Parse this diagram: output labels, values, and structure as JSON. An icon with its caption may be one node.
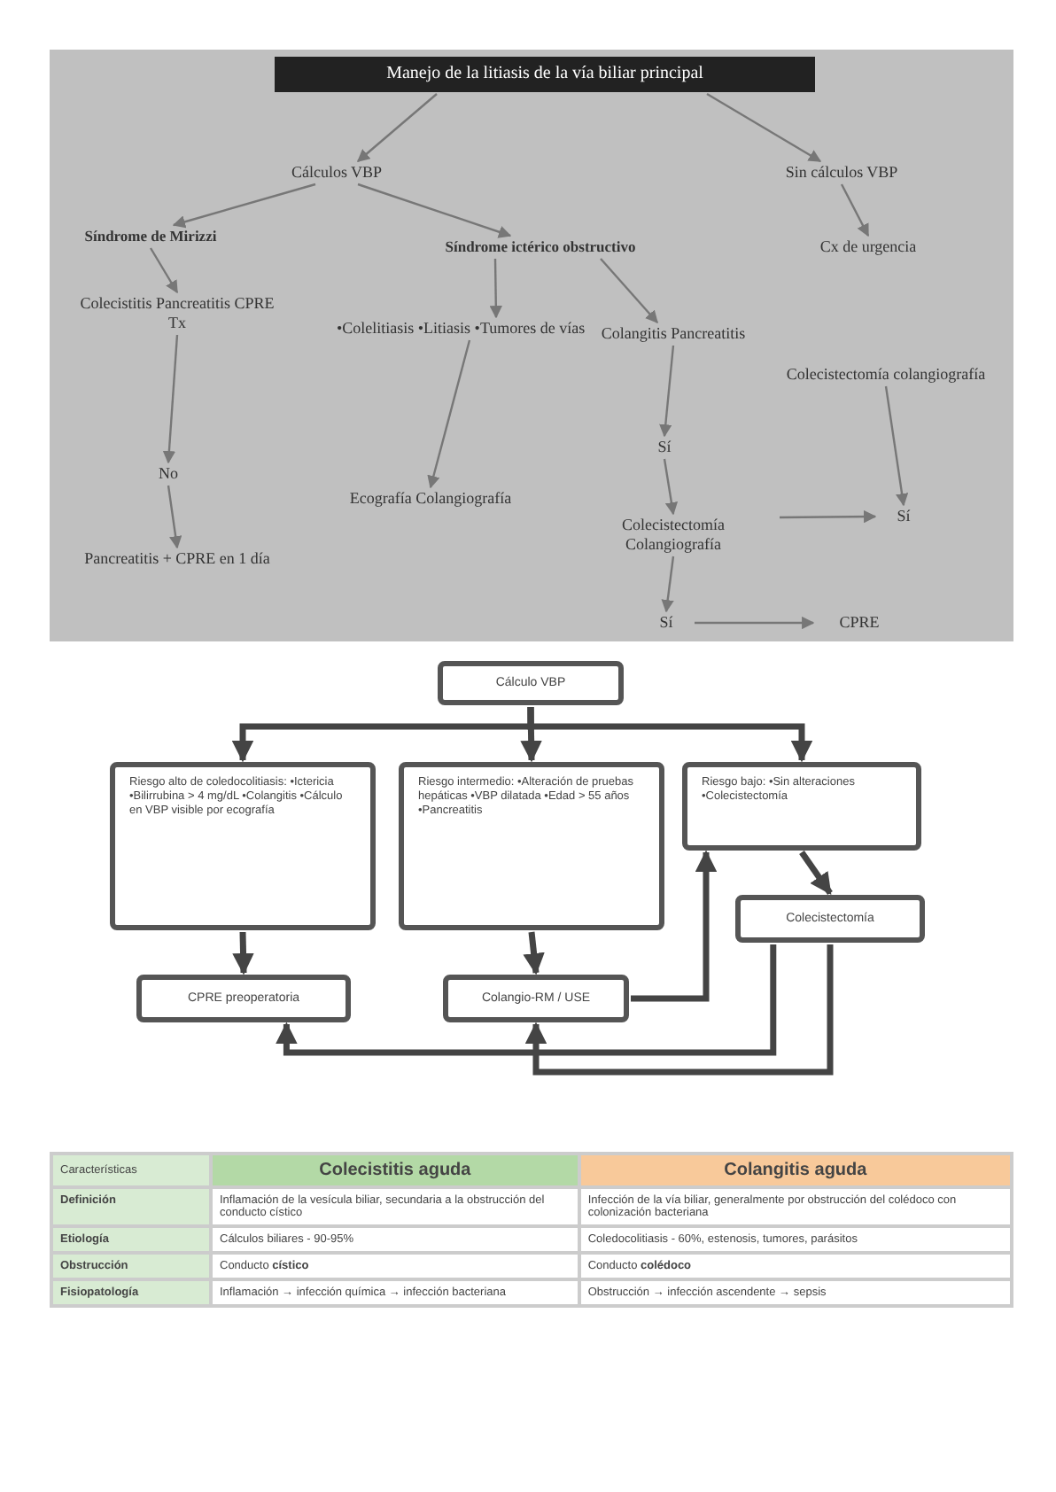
{
  "diagram": {
    "nodes": [
      {
        "text": [
          "Manejo de la litiasis de la vía biliar principal"
        ]
      },
      {
        "text": [
          "Cálculos VBP"
        ]
      },
      {
        "text": [
          "Sin cálculos VBP"
        ]
      },
      {
        "text": [
          "Síndrome de Mirizzi"
        ]
      },
      {
        "text": [
          "Síndrome ictérico obstructivo"
        ]
      },
      {
        "text": [
          "Colecistitis Pancreatitis CPRE Tx"
        ]
      },
      {
        "text": [
          "No"
        ]
      },
      {
        "text": [
          "Pancreatitis + CPRE en 1 día"
        ]
      },
      {
        "text": [
          "•Colelitiasis •Litiasis •Tumores de vías"
        ]
      },
      {
        "text": [
          "Ecografía Colangiografía"
        ]
      },
      {
        "text": [
          "Colangitis Pancreatitis"
        ]
      },
      {
        "text": [
          "Sí"
        ]
      },
      {
        "text": [
          "Colecistectomía Colangiografía"
        ]
      },
      {
        "text": [
          "Sí"
        ]
      },
      {
        "text": [
          "CPRE"
        ]
      },
      {
        "text": [
          "Cx de urgencia"
        ]
      },
      {
        "text": [
          "Colecistectomía colangiografía"
        ]
      },
      {
        "text": [
          "Sí"
        ]
      },
      {
        "text": [
          "Cálculo VBP"
        ]
      },
      {
        "text": [
          "Riesgo alto de coledocolitiasis: •Ictericia •Bilirrubina > 4 mg/dL •Colangitis •Cálculo en VBP visible por ecografía"
        ]
      },
      {
        "text": [
          "Riesgo intermedio: •Alteración de pruebas hepáticas •VBP dilatada •Edad > 55 años •Pancreatitis"
        ]
      },
      {
        "text": [
          "Riesgo bajo: •Sin alteraciones •Colecistectomía"
        ]
      },
      {
        "text": [
          "Colecistectomía"
        ]
      },
      {
        "text": [
          "CPRE preoperatoria"
        ]
      },
      {
        "text": [
          "Colangio-RM / USE"
        ]
      }
    ],
    "edges": [
      {
        "from": 0,
        "to": 1,
        "arrow": "to"
      },
      {
        "from": 0,
        "to": 2,
        "arrow": "to"
      },
      {
        "from": 1,
        "to": 3,
        "arrow": "to"
      },
      {
        "from": 1,
        "to": 4,
        "arrow": "to"
      },
      {
        "from": 3,
        "to": 5,
        "arrow": "to"
      },
      {
        "from": 5,
        "to": 6,
        "arrow": "to"
      },
      {
        "from": 6,
        "to": 7,
        "arrow": "to"
      },
      {
        "from": 4,
        "to": 8,
        "arrow": "to"
      },
      {
        "from": 4,
        "to": 10,
        "arrow": "to"
      },
      {
        "from": 8,
        "to": 9,
        "arrow": "to"
      },
      {
        "from": 10,
        "to": 11,
        "arrow": "to"
      },
      {
        "from": 11,
        "to": 12,
        "arrow": "to"
      },
      {
        "from": 12,
        "to": 13,
        "arrow": "to"
      },
      {
        "from": 13,
        "to": 14,
        "arrow": "to"
      },
      {
        "from": 2,
        "to": 15,
        "arrow": "to"
      },
      {
        "from": 16,
        "to": 17,
        "arrow": "to"
      },
      {
        "from": null,
        "to": 17,
        "arrow": "to"
      },
      {
        "from": 18,
        "to": 19,
        "arrow": "to",
        "style": "thick"
      },
      {
        "from": 18,
        "to": 20,
        "arrow": "to",
        "style": "thick"
      },
      {
        "from": 18,
        "to": 21,
        "arrow": "to",
        "style": "thick"
      },
      {
        "from": 19,
        "to": 23,
        "arrow": "to",
        "style": "thick"
      },
      {
        "from": 20,
        "to": 24,
        "arrow": "to",
        "style": "thick"
      },
      {
        "from": 21,
        "to": 22,
        "arrow": "to",
        "style": "thick"
      },
      {
        "from": 24,
        "to": 21,
        "arrow": "to",
        "style": "thick"
      },
      {
        "from": 22,
        "to": 23,
        "arrow": "to",
        "style": "thick"
      },
      {
        "from": 22,
        "to": 24,
        "arrow": "to",
        "style": "thick"
      }
    ],
    "labels": [
      "Características",
      "Colecistitis aguda",
      "Colangitis aguda",
      "Definición",
      "Inflamación de la vesícula biliar, secundaria a la obstrucción del conducto cístico",
      "Infección de la vía biliar, generalmente por obstrucción del colédoco con colonización bacteriana",
      "Etiología",
      "Cálculos biliares - 90-95%",
      "Coledocolitiasis - 60%, estenosis, tumores, parásitos",
      "Obstrucción",
      "Conducto **cístico**",
      "Conducto **colédoco**",
      "Fisiopatología",
      "Inflamación → infección química → infección bacteriana",
      "Obstrucción → infección ascendente → sepsis"
    ]
  }
}
